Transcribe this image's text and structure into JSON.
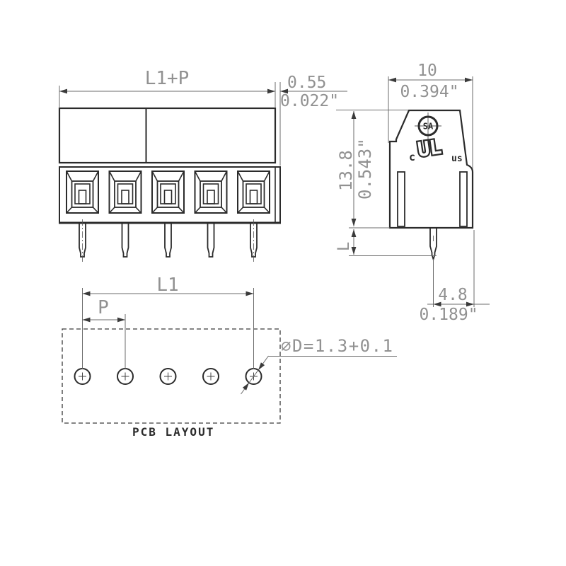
{
  "colors": {
    "background": "#ffffff",
    "outline": "#2b2b2b",
    "dim_line": "#6b6b6b",
    "dim_text": "#919191",
    "caption_text": "#2b2b2b"
  },
  "front_view": {
    "pole_count": 5,
    "dim_total_width_label": "L1+P",
    "dim_step_mm": "0.55",
    "dim_step_in": "0.022\""
  },
  "side_view": {
    "dim_depth_mm": "10",
    "dim_depth_in": "0.394\"",
    "dim_height_mm": "13.8",
    "dim_height_in": "0.543\"",
    "dim_pin_length_label": "L",
    "dim_pin_offset_mm": "4.8",
    "dim_pin_offset_in": "0.189\"",
    "csa_logo_text": "SA",
    "ul_logo_text": "UL",
    "ul_logo_prefix": "c",
    "ul_logo_suffix": "us"
  },
  "pcb_layout": {
    "hole_count": 5,
    "dim_span_label": "L1",
    "dim_pitch_label": "P",
    "hole_diameter_note": "⌀D=1.3+0.1",
    "caption": "PCB LAYOUT"
  }
}
